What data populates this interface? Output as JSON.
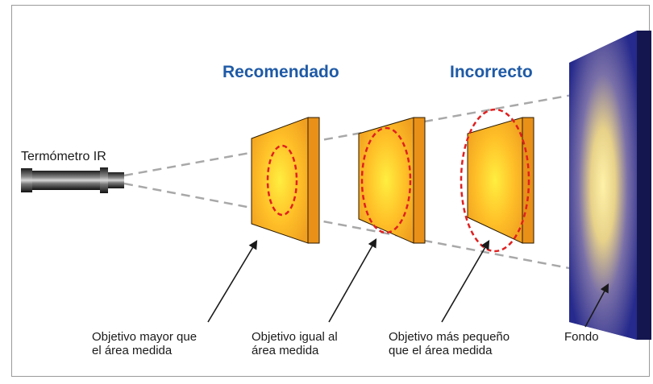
{
  "headings": {
    "recommended": "Recomendado",
    "incorrect": "Incorrecto"
  },
  "thermometer": {
    "label": "Termómetro IR",
    "icon": "ir-thermometer-icon"
  },
  "targets": [
    {
      "label": "Objetivo mayor que\nel área medida",
      "spot_fit": "smaller-than-target"
    },
    {
      "label": "Objetivo igual al\nárea medida",
      "spot_fit": "equal-to-target"
    },
    {
      "label": "Objetivo más pequeño\nque el área medida",
      "spot_fit": "larger-than-target"
    }
  ],
  "background": {
    "label": "Fondo"
  },
  "colors": {
    "heading": "#1f5aa6",
    "target_edge": "#f0a020",
    "target_center": "#ffee40",
    "measurement_spot": "#e02020",
    "background_plate": "#262a8c",
    "sight_line": "#a8a8a8"
  }
}
